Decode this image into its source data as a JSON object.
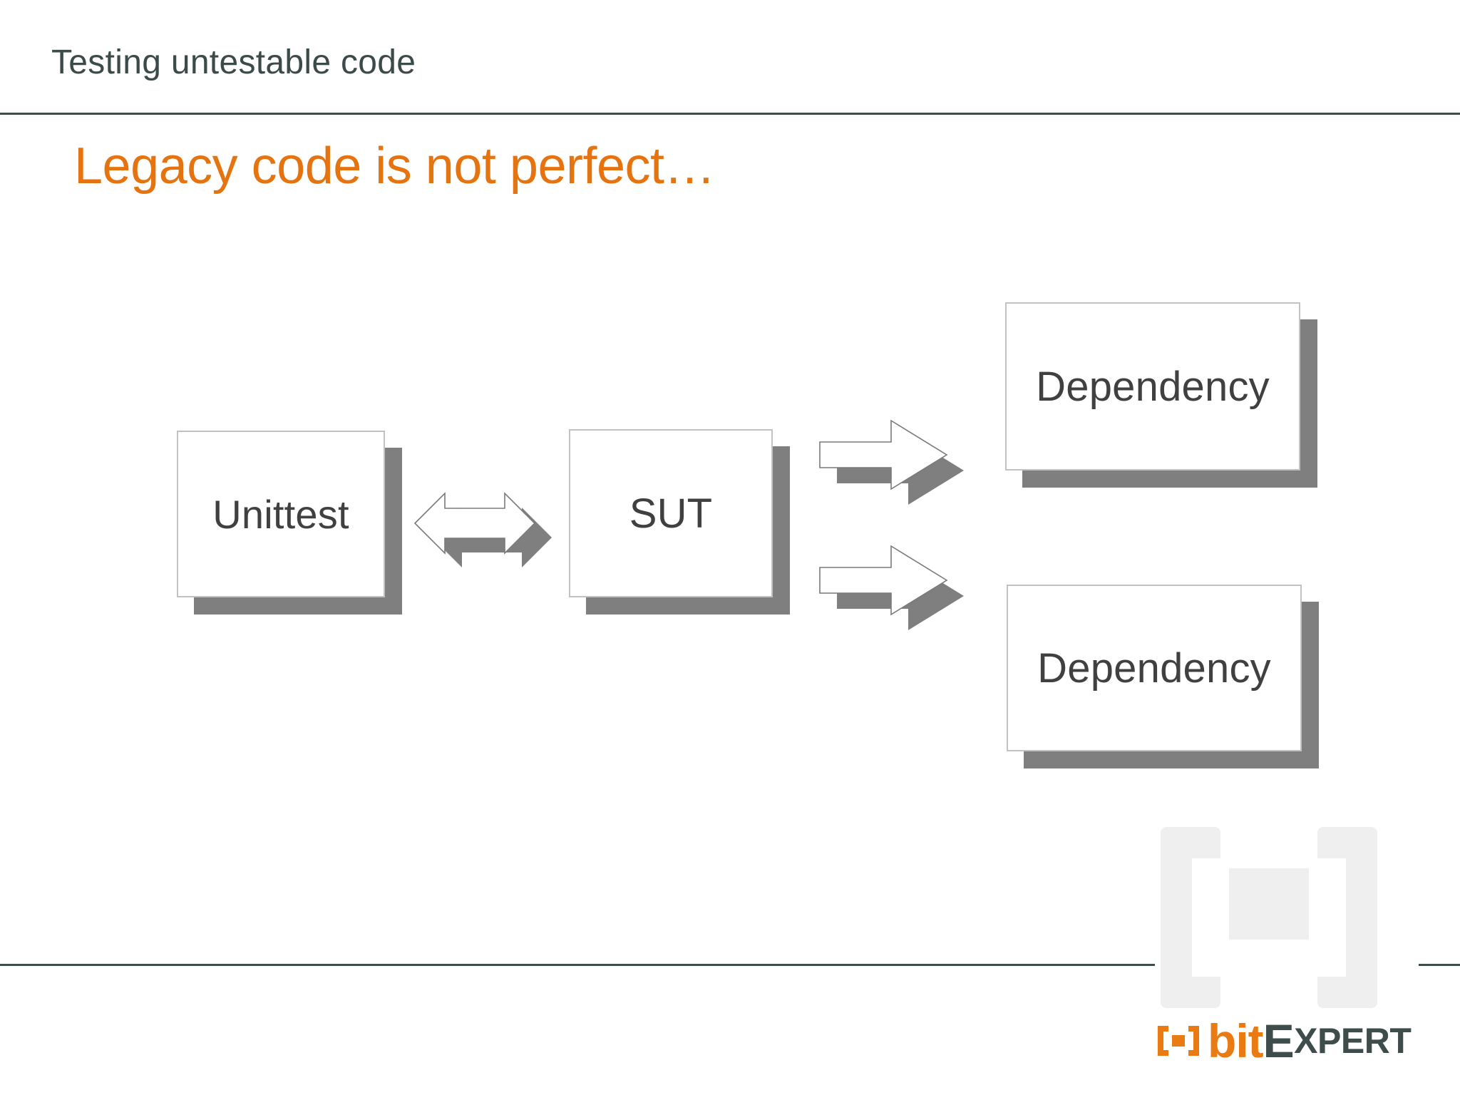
{
  "slide": {
    "header_title": "Testing untestable code",
    "title": "Legacy code is not perfect…",
    "accent_color": "#e57410",
    "rule_color": "#3f4c4c",
    "background_color": "#ffffff"
  },
  "diagram": {
    "type": "flow",
    "box_fill": "#ffffff",
    "box_border": "#c2c2c2",
    "shadow_color": "#7f7f7f",
    "arrow_outline": "#7a7a7a",
    "nodes": [
      {
        "id": "unittest",
        "label": "Unittest"
      },
      {
        "id": "sut",
        "label": "SUT"
      },
      {
        "id": "dependency-1",
        "label": "Dependency"
      },
      {
        "id": "dependency-2",
        "label": "Dependency"
      }
    ],
    "connections": [
      {
        "from": "unittest",
        "to": "sut",
        "style": "bidirectional"
      },
      {
        "from": "sut",
        "to": "dependency-1",
        "style": "unidirectional"
      },
      {
        "from": "sut",
        "to": "dependency-2",
        "style": "unidirectional"
      }
    ]
  },
  "logo": {
    "mark_icon": "bitexpert-bracket-icon",
    "word_bit": "bit",
    "word_e": "E",
    "word_xpert": "XPERT",
    "brand_orange": "#ea7a12",
    "brand_dark": "#3f4c4c",
    "watermark_color": "#efeff0"
  }
}
